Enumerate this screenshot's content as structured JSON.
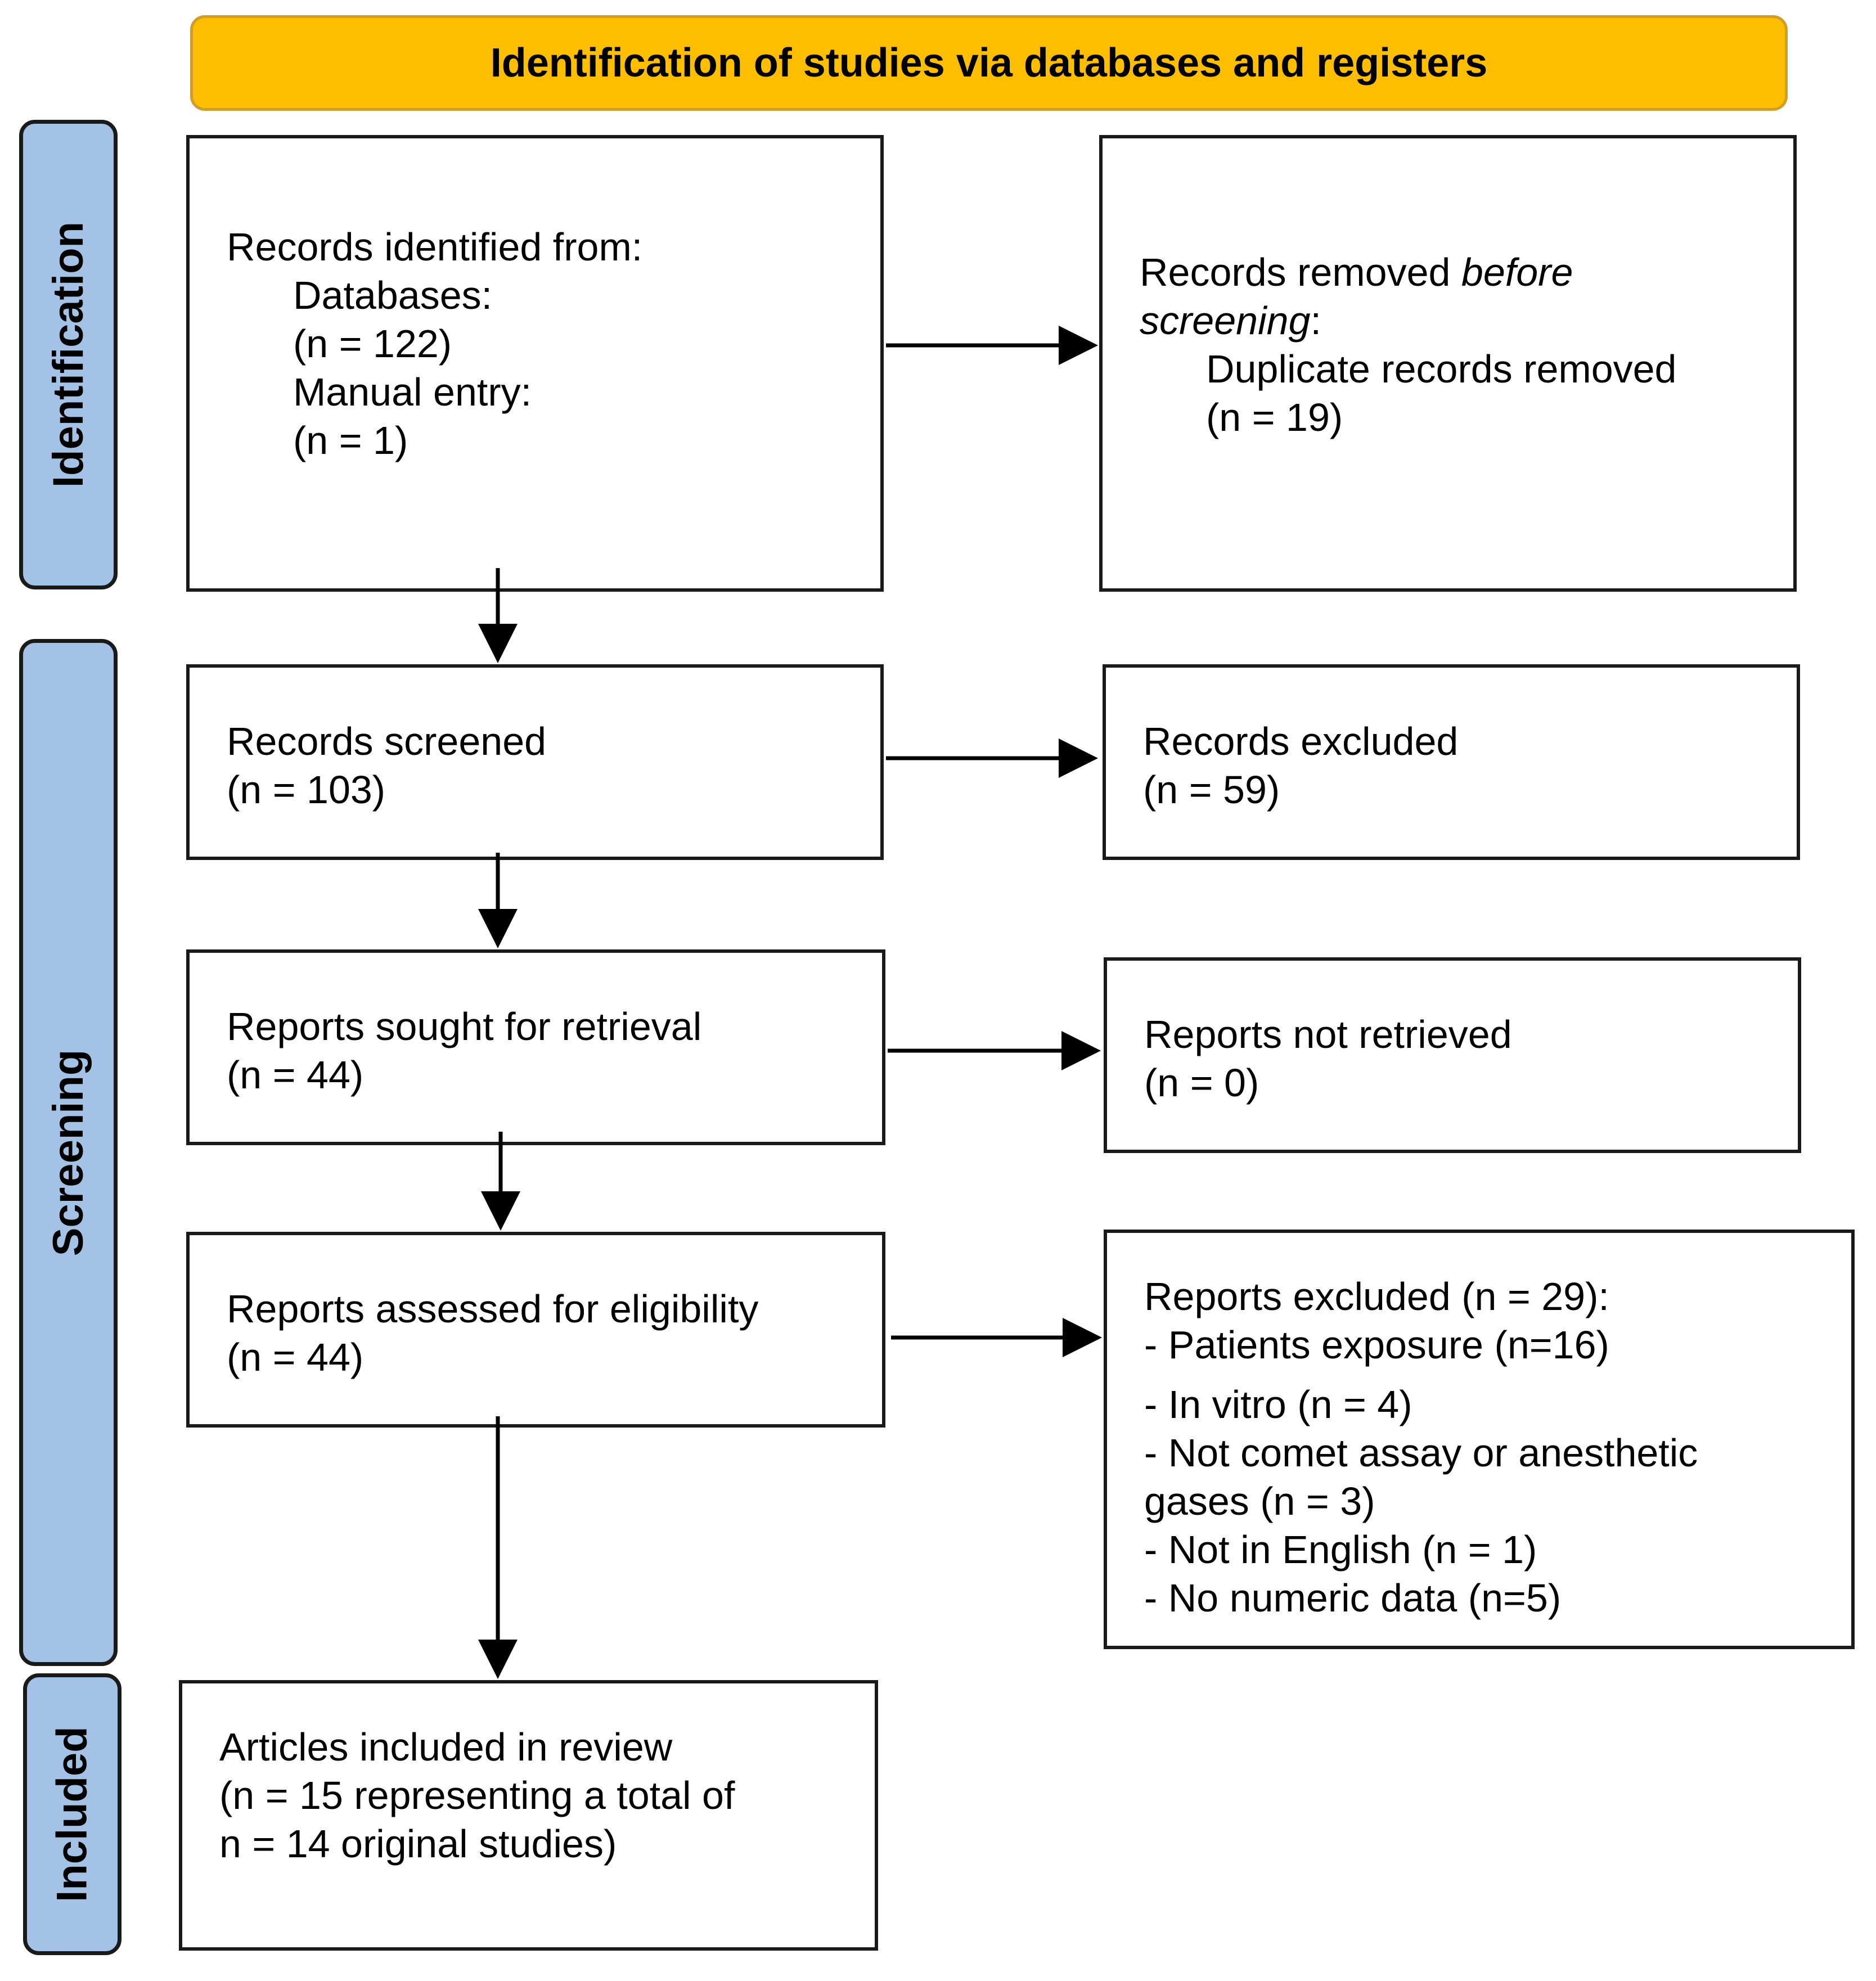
{
  "header": {
    "title": "Identification of studies via databases and registers"
  },
  "phases": {
    "identification": "Identification",
    "screening": "Screening",
    "included": "Included"
  },
  "boxes": {
    "identified": {
      "line1": "Records identified from:",
      "line2": "Databases:",
      "line3": "(n = 122)",
      "line4": "Manual entry:",
      "line5": "(n = 1)"
    },
    "removed": {
      "line1_a": "Records removed ",
      "line1_b": "before",
      "line2_a": "screening",
      "line2_b": ":",
      "line3": "Duplicate records removed",
      "line4": "(n = 19)"
    },
    "screened": {
      "line1": "Records screened",
      "line2": "(n = 103)"
    },
    "excluded": {
      "line1": "Records excluded",
      "line2": "(n = 59)"
    },
    "sought": {
      "line1": "Reports sought for retrieval",
      "line2": "(n = 44)"
    },
    "not_retrieved": {
      "line1": "Reports not retrieved",
      "line2": "(n = 0)"
    },
    "assessed": {
      "line1": "Reports assessed for eligibility",
      "line2": "(n = 44)"
    },
    "reports_excluded": {
      "line1": "Reports excluded (n = 29):",
      "line2": "- Patients exposure (n=16)",
      "line3": "- In vitro (n = 4)",
      "line4": "- Not comet assay or anesthetic",
      "line5": "gases (n = 3)",
      "line6": "- Not in English (n = 1)",
      "line7": "- No numeric data (n=5)"
    },
    "included": {
      "line1": "Articles included in review",
      "line2": "(n = 15 representing a total of",
      "line3": "n = 14 original studies)"
    }
  }
}
